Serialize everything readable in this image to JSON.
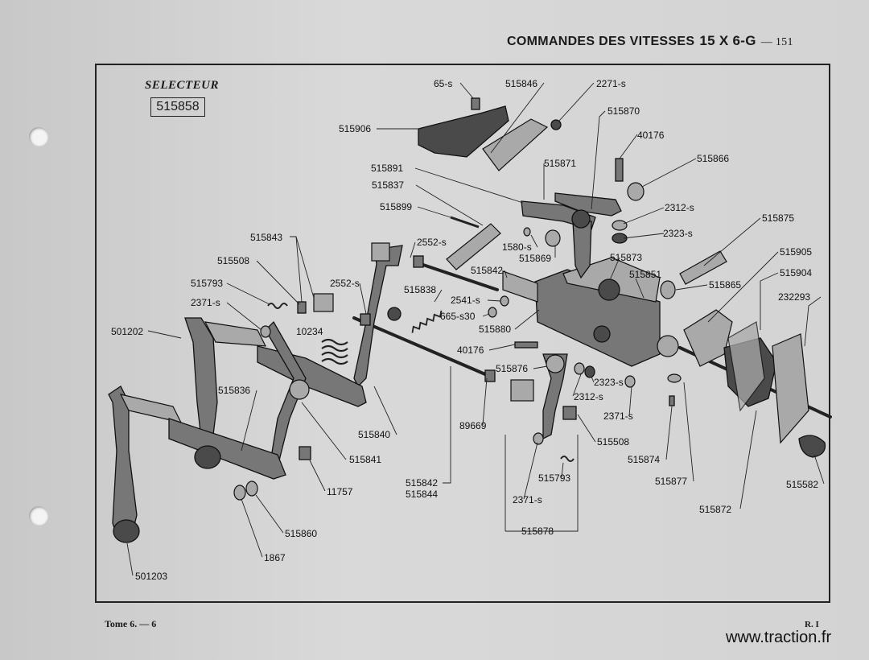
{
  "header": {
    "title": "COMMANDES DES VITESSES",
    "model": "15 X 6-G",
    "page": "— 151"
  },
  "section": {
    "title": "SELECTEUR",
    "ref": "515858"
  },
  "footer": {
    "left": "Tome 6. — 6",
    "right": "R. I"
  },
  "watermark": "www.traction.fr",
  "labels": {
    "l65s": "65-s",
    "l515846": "515846",
    "l2271s": "2271-s",
    "l515870": "515870",
    "l515906": "515906",
    "l40176a": "40176",
    "l515866": "515866",
    "l515871": "515871",
    "l515891": "515891",
    "l515837": "515837",
    "l515899": "515899",
    "l2312s_a": "2312-s",
    "l2323s_a": "2323-s",
    "l515875": "515875",
    "l515843": "515843",
    "l2552s_a": "2552-s",
    "l1580s": "1580-s",
    "l515905": "515905",
    "l515508_a": "515508",
    "l515842_a": "515842",
    "l515869": "515869",
    "l515873": "515873",
    "l515904": "515904",
    "l515851": "515851",
    "l515793_a": "515793",
    "l2552s_b": "2552-s",
    "l515865": "515865",
    "l232293": "232293",
    "l515838": "515838",
    "l2371s_a": "2371-s",
    "l2541s": "2541-s",
    "l665s": "665-s30",
    "l501202": "501202",
    "l10234": "10234",
    "l515880": "515880",
    "l40176b": "40176",
    "l515876": "515876",
    "l2323s_b": "2323-s",
    "l515836": "515836",
    "l2312s_b": "2312-s",
    "l2371s_b": "2371-s",
    "l515840": "515840",
    "l89669": "89669",
    "l515508_b": "515508",
    "l515841": "515841",
    "l515874": "515874",
    "l515842_b": "515842",
    "l515844": "515844",
    "l515793_b": "515793",
    "l515877": "515877",
    "l515582": "515582",
    "l11757": "11757",
    "l2371s_c": "2371-s",
    "l515872": "515872",
    "l515860": "515860",
    "l515878": "515878",
    "l1867": "1867",
    "l501203": "501203"
  }
}
